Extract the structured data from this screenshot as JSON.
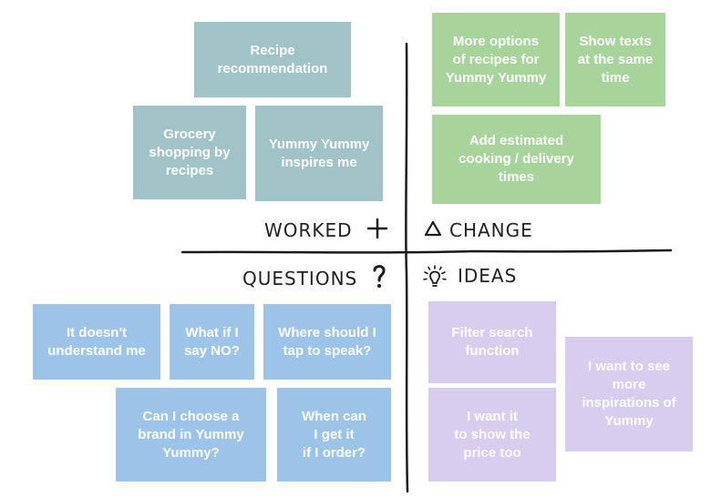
{
  "quadrants": {
    "worked": {
      "label": "WORKED",
      "notes": [
        "Recipe\nrecommendation",
        "Grocery\nshopping by\nrecipes",
        "Yummy Yummy\ninspires me"
      ]
    },
    "change": {
      "label": "CHANGE",
      "notes": [
        "More options\nof recipes for\nYummy Yummy",
        "Show texts\nat the same\ntime",
        "Add estimated\ncooking / delivery\ntimes"
      ]
    },
    "questions": {
      "label": "QUESTIONS",
      "notes": [
        "It doesn't\nunderstand me",
        "What if I\nsay NO?",
        "Where should I\ntap to speak?",
        "Can I choose a\nbrand in Yummy\nYummy?",
        "When can\nI get it\nif I order?"
      ]
    },
    "ideas": {
      "label": "IDEAS",
      "notes": [
        "Filter search\nfunction",
        "I want it\nto show the\nprice too",
        "I want to see\nmore\ninspirations of\nYummy"
      ]
    }
  },
  "icons": {
    "worked": "plus-icon",
    "change": "triangle-icon",
    "questions": "question-mark-icon",
    "ideas": "lightbulb-icon"
  },
  "colors": {
    "worked": "#9fc3c7",
    "change": "#a6d49a",
    "questions": "#9cc4e9",
    "ideas": "#d7cdee"
  }
}
